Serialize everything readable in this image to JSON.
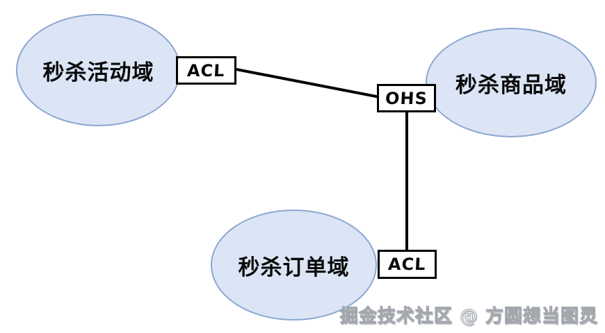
{
  "diagram": {
    "title": "seckill-domain-context-map",
    "domains": [
      {
        "id": "activity",
        "label": "秒杀活动域"
      },
      {
        "id": "product",
        "label": "秒杀商品域"
      },
      {
        "id": "order",
        "label": "秒杀订单域"
      }
    ],
    "connectors": [
      {
        "id": "acl-top",
        "label": "ACL",
        "attached_to": "activity"
      },
      {
        "id": "ohs",
        "label": "OHS",
        "attached_to": "product"
      },
      {
        "id": "acl-bottom",
        "label": "ACL",
        "attached_to": "order"
      }
    ],
    "edges": [
      {
        "from": "acl-top",
        "to": "ohs"
      },
      {
        "from": "ohs",
        "to": "acl-bottom"
      }
    ],
    "watermark": {
      "text": "掘金技术社区 @ 方圆想当图灵"
    },
    "colors": {
      "ellipse_fill": "#dbe5f6",
      "ellipse_border": "#8ba6d0",
      "box_border": "#000000",
      "connector_line": "#000000",
      "watermark_gray": "#a3a7ad"
    }
  }
}
